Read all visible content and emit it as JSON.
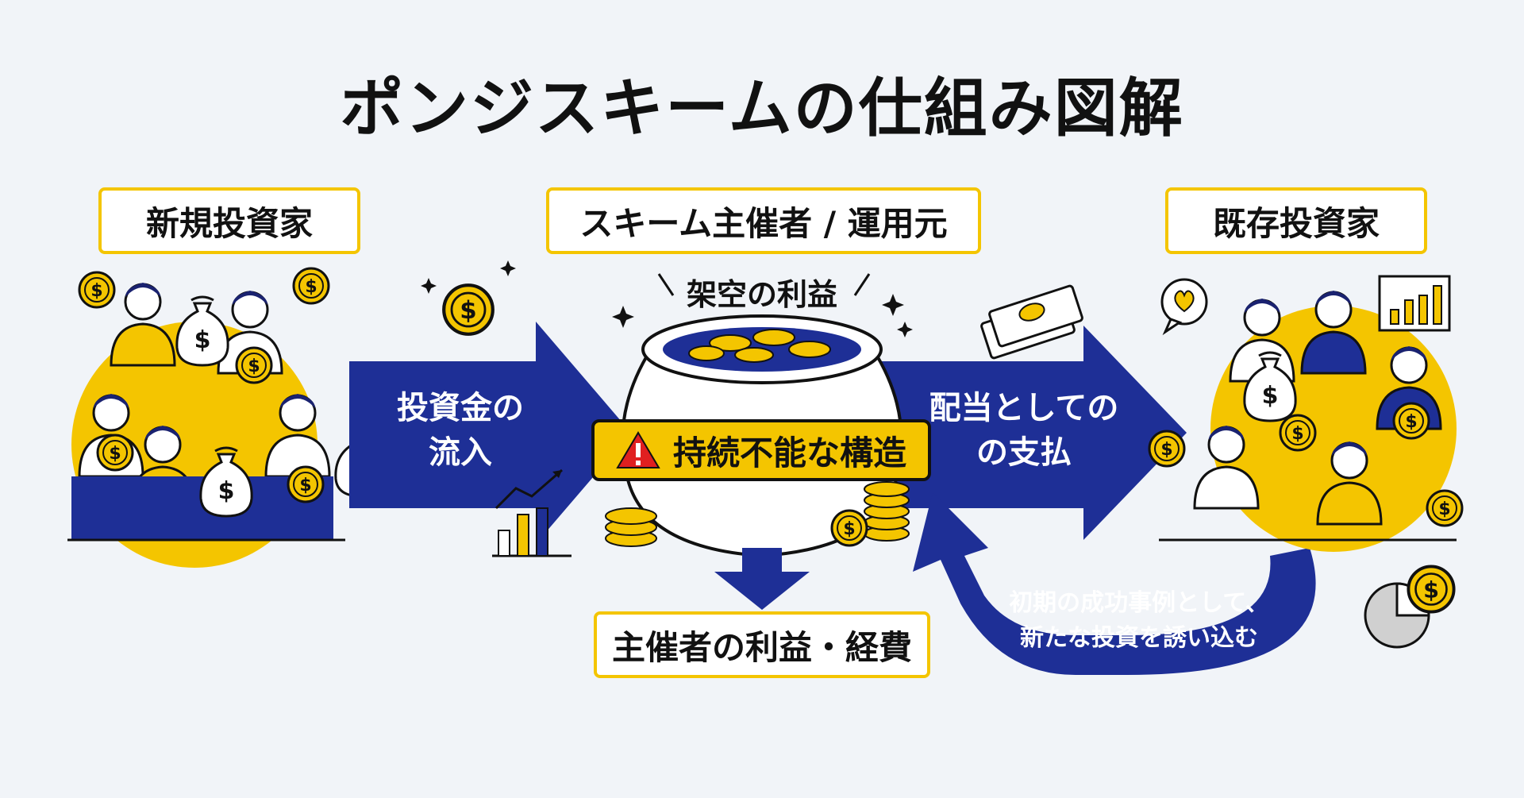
{
  "title": "ポンジスキームの仕組み図解",
  "labels": {
    "new_investors": "新規投資家",
    "operator": "スキーム主催者 / 運用元",
    "existing_investors": "既存投資家",
    "operator_profit": "主催者の利益・経費"
  },
  "flows": {
    "inflow_line1": "投資金の",
    "inflow_line2": "流入",
    "payout_line1": "配当としての",
    "payout_line2": "の支払",
    "lure_line1": "初期の成功事例として、",
    "lure_line2": "新たな投資を誘い込む"
  },
  "pot": {
    "fake_profit": "架空の利益",
    "warning": "持続不能な構造"
  },
  "icons": {
    "dollar_coin": "dollar-coin-icon",
    "money_bag": "money-bag-icon",
    "warning": "warning-icon",
    "bar_chart": "bar-chart-icon",
    "pie_chart": "pie-chart-icon",
    "heart_bubble": "heart-bubble-icon",
    "banknotes": "banknotes-icon",
    "sparkle": "sparkle-icon"
  },
  "colors": {
    "navy": "#1e2f96",
    "yellow": "#f4c500",
    "background": "#f1f4f8",
    "alert_red": "#e02020"
  }
}
